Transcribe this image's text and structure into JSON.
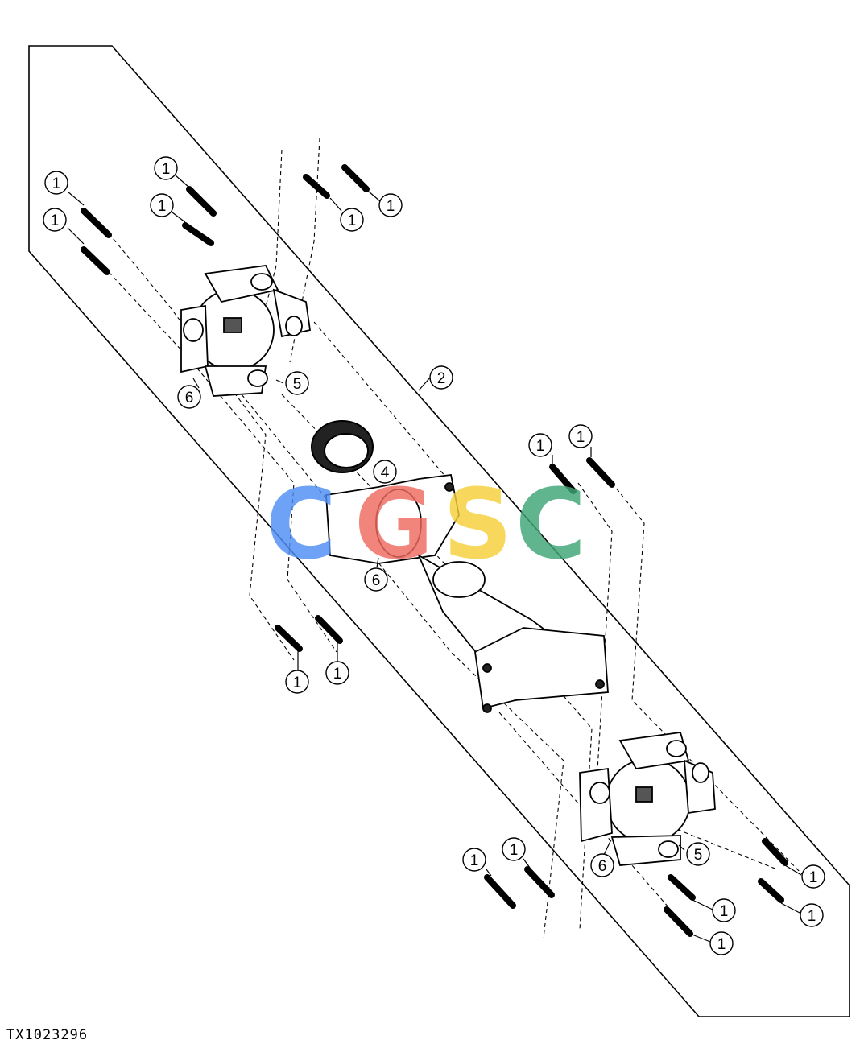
{
  "figure_id": "TX1023296",
  "watermark": {
    "letters": [
      "C",
      "G",
      "S",
      "C"
    ],
    "colors": [
      "#4f8ef5",
      "#ef6b5f",
      "#f7cf3a",
      "#3fa676"
    ]
  },
  "callouts": {
    "bolt": "1",
    "shaft": "2",
    "ring": "4",
    "bearing_cap": "5",
    "cross_kit": "6"
  }
}
